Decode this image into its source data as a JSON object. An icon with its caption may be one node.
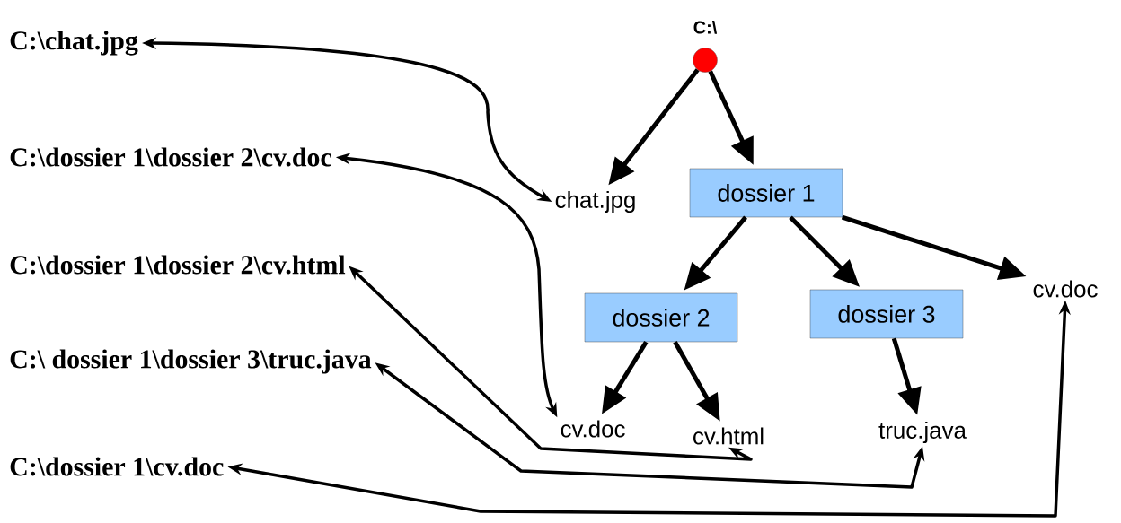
{
  "diagram": {
    "nodes": [
      {
        "text": [
          "C:\\"
        ]
      },
      {
        "text": [
          "chat.jpg"
        ]
      },
      {
        "text": [
          "dossier 1"
        ]
      },
      {
        "text": [
          "dossier 2"
        ]
      },
      {
        "text": [
          "dossier 3"
        ]
      },
      {
        "text": [
          "cv.doc"
        ]
      },
      {
        "text": [
          "cv.doc"
        ]
      },
      {
        "text": [
          "cv.html"
        ]
      },
      {
        "text": [
          "truc.java"
        ]
      },
      {
        "text": [
          "C:\\chat.jpg"
        ]
      },
      {
        "text": [
          "C:\\dossier 1\\dossier 2\\cv.doc"
        ]
      },
      {
        "text": [
          "C:\\dossier 1\\dossier 2\\cv.html"
        ]
      },
      {
        "text": [
          "C:\\ dossier 1\\dossier 3\\truc.java"
        ]
      },
      {
        "text": [
          "C:\\dossier 1\\cv.doc"
        ]
      }
    ],
    "edges": [
      {
        "from": 0,
        "to": 1,
        "arrow": "to"
      },
      {
        "from": 0,
        "to": 2,
        "arrow": "to"
      },
      {
        "from": 2,
        "to": 3,
        "arrow": "to"
      },
      {
        "from": 2,
        "to": 4,
        "arrow": "to"
      },
      {
        "from": 2,
        "to": 5,
        "arrow": "to"
      },
      {
        "from": 3,
        "to": 6,
        "arrow": "to"
      },
      {
        "from": 3,
        "to": 7,
        "arrow": "to"
      },
      {
        "from": 4,
        "to": 8,
        "arrow": "to"
      },
      {
        "from": 9,
        "to": 1,
        "arrow": "both"
      },
      {
        "from": 10,
        "to": 6,
        "arrow": "both"
      },
      {
        "from": 11,
        "to": 7,
        "arrow": "both"
      },
      {
        "from": 12,
        "to": 8,
        "arrow": "both"
      },
      {
        "from": 13,
        "to": 5,
        "arrow": "both"
      }
    ]
  }
}
